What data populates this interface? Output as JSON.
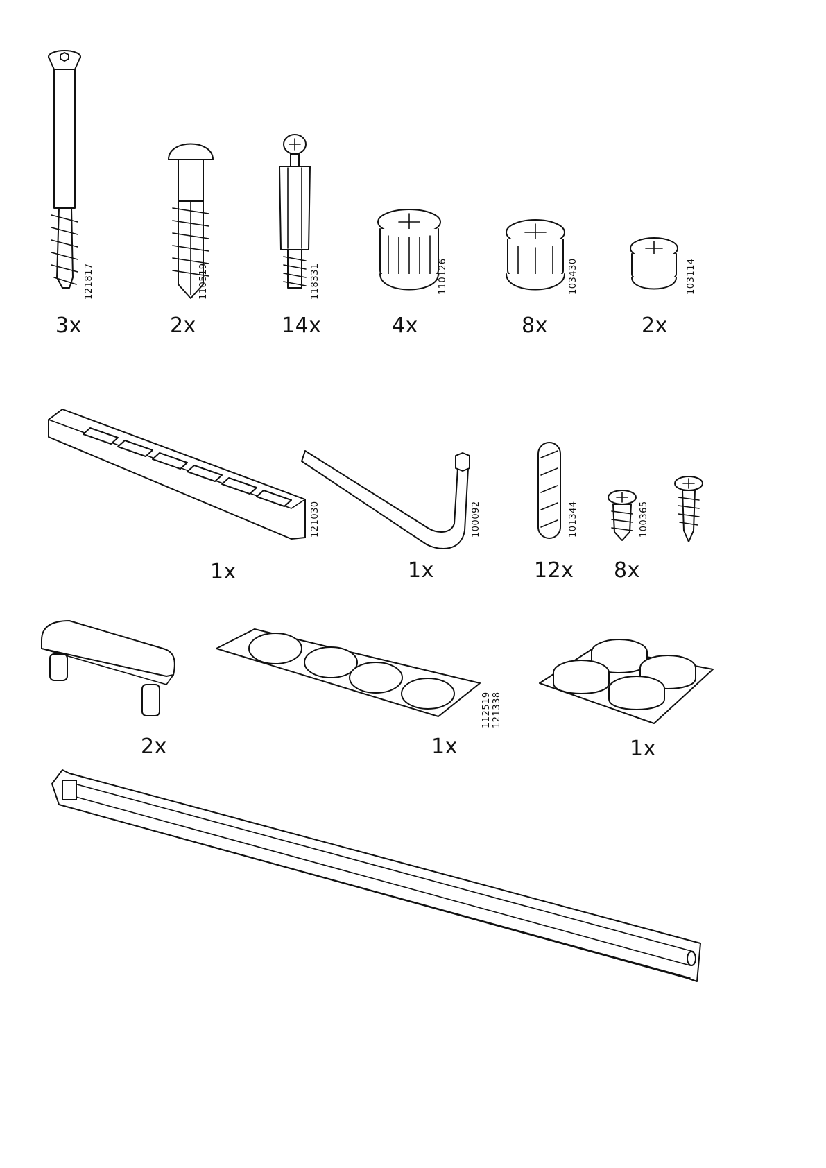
{
  "parts": [
    {
      "id": "121817",
      "qty": "3x"
    },
    {
      "id": "110519",
      "qty": "2x"
    },
    {
      "id": "118331",
      "qty": "14x"
    },
    {
      "id": "110126",
      "qty": "4x"
    },
    {
      "id": "103430",
      "qty": "8x"
    },
    {
      "id": "103114",
      "qty": "2x"
    },
    {
      "id": "121030",
      "qty": "1x"
    },
    {
      "id": "100092",
      "qty": "1x"
    },
    {
      "id": "101344",
      "qty": "12x"
    },
    {
      "id": "100365",
      "qty": "8x"
    },
    {
      "id": "",
      "qty": "2x"
    },
    {
      "id": "112519",
      "id2": "121338",
      "qty": "1x"
    },
    {
      "id": "",
      "qty": "1x"
    }
  ],
  "icons": [
    "long-screw-icon",
    "dowel-anchor-icon",
    "cam-bolt-icon",
    "cam-lock-icon",
    "cam-lock-icon",
    "cam-lock-small-icon",
    "connector-rail-icon",
    "allen-key-icon",
    "wood-dowel-icon",
    "screw-icon",
    "wood-screw-icon",
    "handle-icon",
    "felt-pads-strip-icon",
    "felt-pads-square-icon",
    "metal-rail-icon"
  ]
}
